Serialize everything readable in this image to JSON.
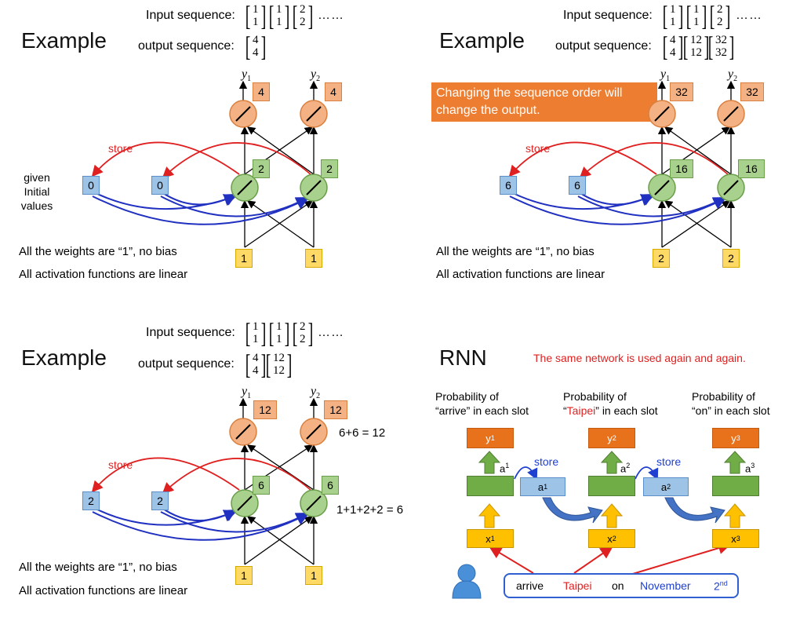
{
  "panel1": {
    "title": "Example",
    "input_label": "Input sequence:",
    "output_label": "output sequence:",
    "inputs": [
      [
        "1",
        "1"
      ],
      [
        "1",
        "1"
      ],
      [
        "2",
        "2"
      ]
    ],
    "outputs": [
      [
        "4",
        "4"
      ]
    ],
    "dots": "……",
    "y1": "y",
    "y2": "y",
    "y1_sub": "1",
    "y2_sub": "2",
    "out_vals": [
      "4",
      "4"
    ],
    "hidden_vals": [
      "2",
      "2"
    ],
    "mem_vals": [
      "0",
      "0"
    ],
    "in_vals": [
      "1",
      "1"
    ],
    "store": "store",
    "given_initial": "given Initial values",
    "note1": "All the weights are “1”, no bias",
    "note2": "All activation functions are linear"
  },
  "panel2": {
    "title": "Example",
    "input_label": "Input sequence:",
    "output_label": "output sequence:",
    "inputs": [
      [
        "1",
        "1"
      ],
      [
        "1",
        "1"
      ],
      [
        "2",
        "2"
      ]
    ],
    "outputs": [
      [
        "4",
        "4"
      ],
      [
        "12",
        "12"
      ],
      [
        "32",
        "32"
      ]
    ],
    "dots": "……",
    "callout": "Changing the sequence order will change the output.",
    "y1": "y",
    "y2": "y",
    "y1_sub": "1",
    "y2_sub": "2",
    "out_vals": [
      "32",
      "32"
    ],
    "hidden_vals": [
      "16",
      "16"
    ],
    "mem_vals": [
      "6",
      "6"
    ],
    "in_vals": [
      "2",
      "2"
    ],
    "store": "store",
    "note1": "All the weights are “1”, no bias",
    "note2": "All activation functions are linear"
  },
  "panel3": {
    "title": "Example",
    "input_label": "Input sequence:",
    "output_label": "output sequence:",
    "inputs": [
      [
        "1",
        "1"
      ],
      [
        "1",
        "1"
      ],
      [
        "2",
        "2"
      ]
    ],
    "outputs": [
      [
        "4",
        "4"
      ],
      [
        "12",
        "12"
      ]
    ],
    "dots": "……",
    "y1": "y",
    "y2": "y",
    "y1_sub": "1",
    "y2_sub": "2",
    "out_vals": [
      "12",
      "12"
    ],
    "hidden_vals": [
      "6",
      "6"
    ],
    "mem_vals": [
      "2",
      "2"
    ],
    "in_vals": [
      "1",
      "1"
    ],
    "store": "store",
    "eq_out": "6+6 = 12",
    "eq_hidden": "1+1+2+2 = 6",
    "note1": "All the weights are “1”, no bias",
    "note2": "All activation functions are linear"
  },
  "panel4": {
    "title": "RNN",
    "subtitle": "The same network is used again and again.",
    "prob1": [
      "Probability of",
      "“arrive” in each slot"
    ],
    "prob2_a": "Probability of",
    "prob2_b": "“",
    "prob2_word": "Taipei",
    "prob2_c": "” in each slot",
    "prob3": [
      "Probability of",
      "“on” in each slot"
    ],
    "y": [
      "y",
      "y",
      "y"
    ],
    "a": [
      "a",
      "a",
      "a"
    ],
    "x": [
      "x",
      "x",
      "x"
    ],
    "sup": [
      "1",
      "2",
      "3"
    ],
    "store": "store",
    "words": [
      "arrive",
      "Taipei",
      "on",
      "November",
      "2"
    ],
    "nd": "nd",
    "colors": {
      "word_red": "#e02020",
      "word_blue": "#1f3fd0"
    }
  }
}
